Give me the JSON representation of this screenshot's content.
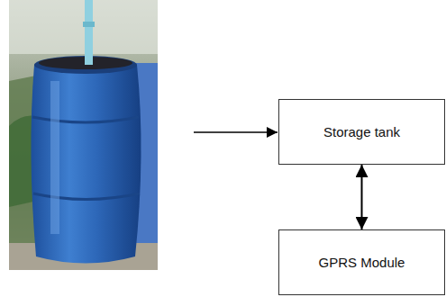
{
  "diagram": {
    "nodes": [
      {
        "text": [
          "Storage tank"
        ]
      },
      {
        "text": [
          "GPRS Module"
        ]
      }
    ],
    "edges": [
      {
        "from": 0,
        "to": 1,
        "arrow": "both"
      }
    ]
  }
}
